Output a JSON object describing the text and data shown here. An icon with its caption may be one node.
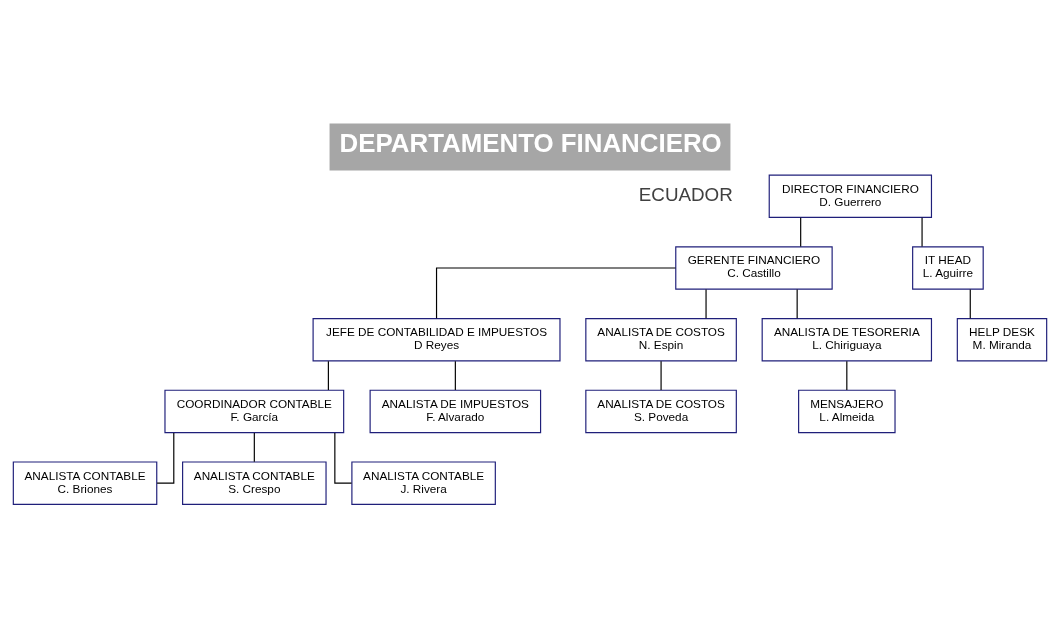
{
  "diagram": {
    "title": "DEPARTAMENTO FINANCIERO",
    "nodes": [
      {
        "text": [
          "DIRECTOR FINANCIERO",
          "D. Guerrero"
        ]
      },
      {
        "text": [
          "GERENTE FINANCIERO",
          "C. Castillo"
        ]
      },
      {
        "text": [
          "IT HEAD",
          "L. Aguirre"
        ]
      },
      {
        "text": [
          "JEFE DE CONTABILIDAD E IMPUESTOS",
          "D Reyes"
        ]
      },
      {
        "text": [
          "ANALISTA DE COSTOS",
          "N. Espin"
        ]
      },
      {
        "text": [
          "ANALISTA DE TESORERIA",
          "L. Chiriguaya"
        ]
      },
      {
        "text": [
          "HELP DESK",
          "M. Miranda"
        ]
      },
      {
        "text": [
          "COORDINADOR CONTABLE",
          "F. García"
        ]
      },
      {
        "text": [
          "ANALISTA DE IMPUESTOS",
          "F. Alvarado"
        ]
      },
      {
        "text": [
          "ANALISTA DE COSTOS",
          "S. Poveda"
        ]
      },
      {
        "text": [
          "MENSAJERO",
          "L. Almeida"
        ]
      },
      {
        "text": [
          "ANALISTA CONTABLE",
          "C. Briones"
        ]
      },
      {
        "text": [
          "ANALISTA CONTABLE",
          "S. Crespo"
        ]
      },
      {
        "text": [
          "ANALISTA CONTABLE",
          "J. Rivera"
        ]
      }
    ],
    "edges": [
      {
        "from": 0,
        "to": 1,
        "arrow": "none"
      },
      {
        "from": 0,
        "to": 2,
        "arrow": "none"
      },
      {
        "from": 1,
        "to": 3,
        "arrow": "none"
      },
      {
        "from": 1,
        "to": 4,
        "arrow": "none"
      },
      {
        "from": 1,
        "to": 5,
        "arrow": "none"
      },
      {
        "from": 2,
        "to": 6,
        "arrow": "none"
      },
      {
        "from": 3,
        "to": 7,
        "arrow": "none"
      },
      {
        "from": 3,
        "to": 8,
        "arrow": "none"
      },
      {
        "from": 4,
        "to": 9,
        "arrow": "none"
      },
      {
        "from": 5,
        "to": 10,
        "arrow": "none"
      },
      {
        "from": 7,
        "to": 11,
        "arrow": "none"
      },
      {
        "from": 7,
        "to": 12,
        "arrow": "none"
      },
      {
        "from": 7,
        "to": 13,
        "arrow": "none"
      }
    ],
    "labels": [
      "ECUADOR"
    ]
  }
}
